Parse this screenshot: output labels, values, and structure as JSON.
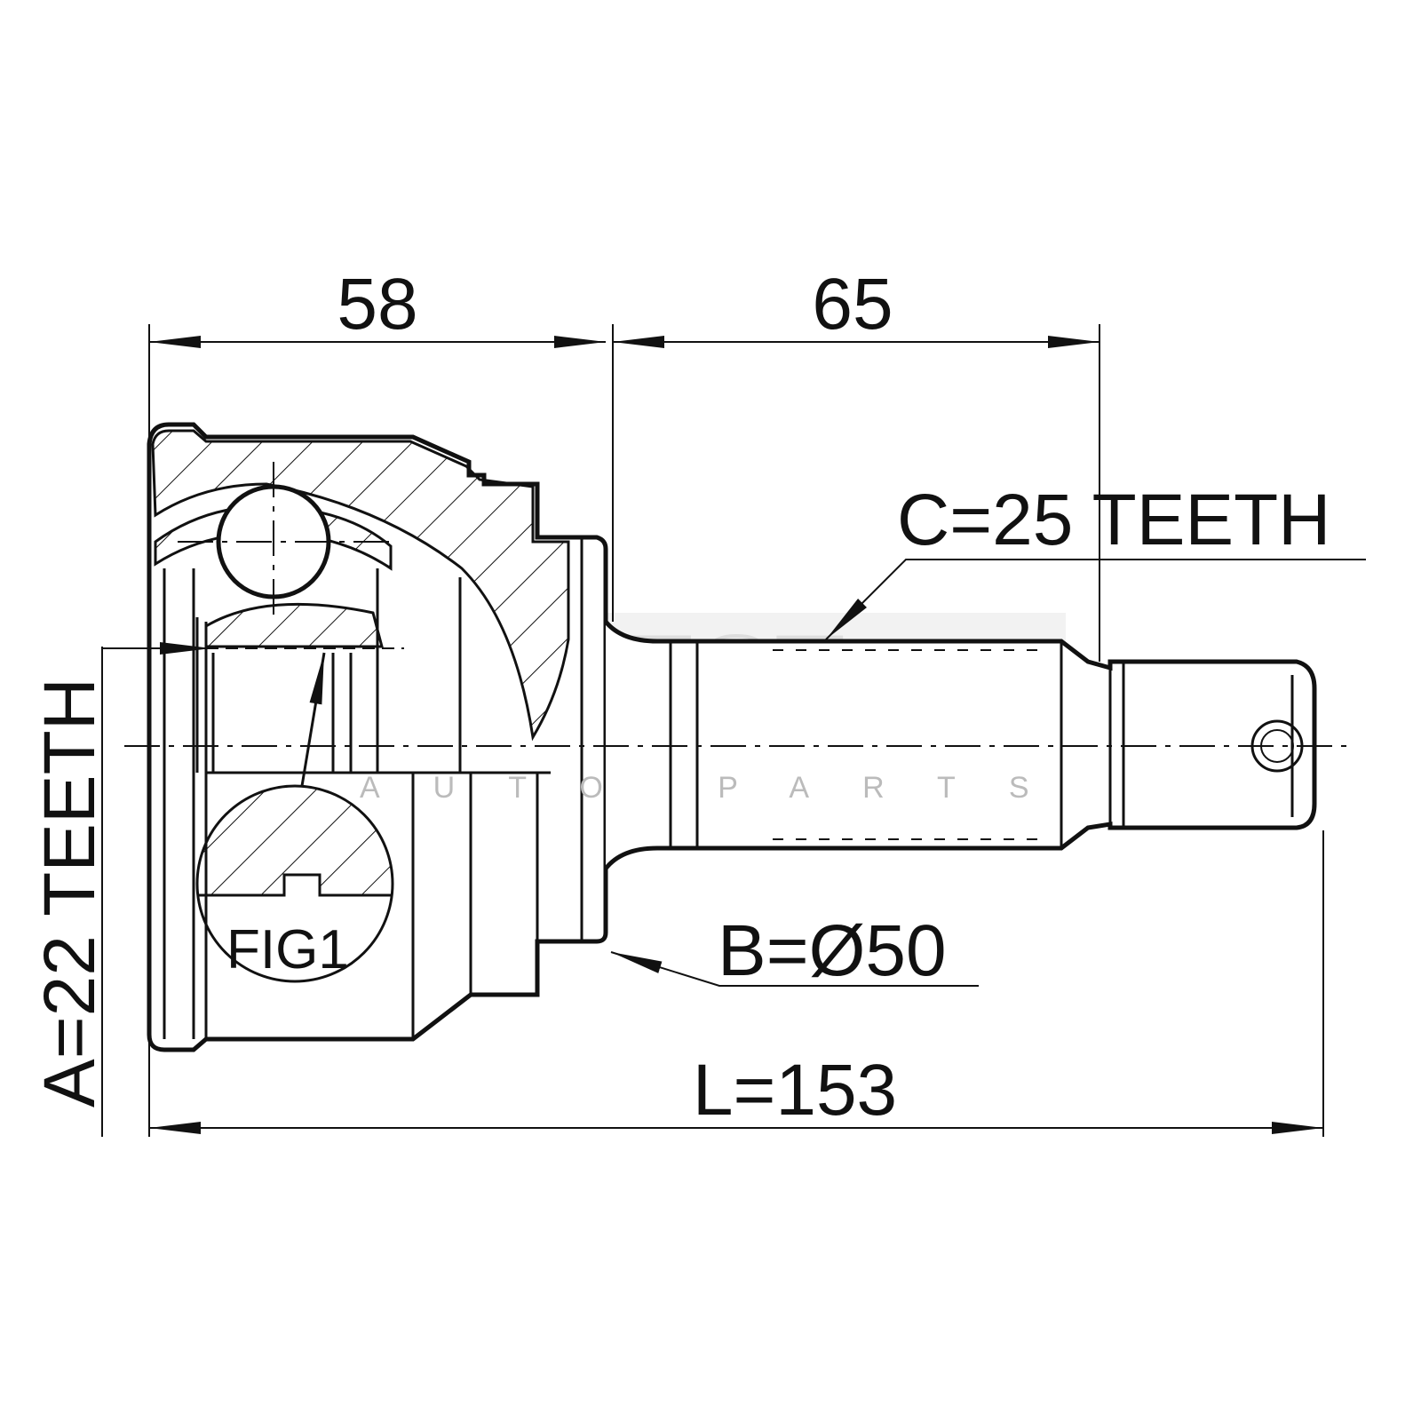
{
  "drawing": {
    "dimensions": {
      "housing_length": "58",
      "shaft_length": "65",
      "total_length": "L=153",
      "outer_spline": "C=25 TEETH",
      "inner_spline": "A=22 TEETH",
      "abs_ring_diameter": "B=Ø50"
    },
    "detail_label": "FIG1",
    "watermark": {
      "brand": "FEBEST",
      "tagline": "AUTO PARTS"
    }
  }
}
